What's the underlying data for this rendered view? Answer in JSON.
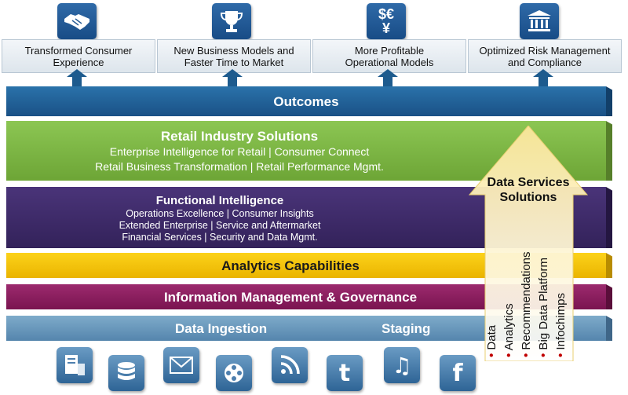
{
  "outcomes": [
    {
      "label": "Transformed Consumer Experience",
      "icon": "handshake-icon"
    },
    {
      "label": "New Business Models and Faster Time to Market",
      "icon": "trophy-icon"
    },
    {
      "label": "More Profitable Operational Models",
      "icon": "currency-icon"
    },
    {
      "label": "Optimized Risk Management and Compliance",
      "icon": "bank-icon"
    }
  ],
  "currency_symbols": {
    "dollar": "$",
    "euro": "€",
    "yen": "¥"
  },
  "layers": {
    "outcomes": {
      "title": "Outcomes",
      "color": "#1d5b8e"
    },
    "retail": {
      "title": "Retail Industry Solutions",
      "lines": [
        "Enterprise Intelligence  for Retail | Consumer Connect",
        "Retail Business Transformation | Retail Performance Mgmt."
      ],
      "color": "#7cb342"
    },
    "functional": {
      "title": "Functional Intelligence",
      "lines": [
        "Operations Excellence  | Consumer Insights",
        "Extended Enterprise | Service and Aftermarket",
        "Financial Services | Security and Data Mgmt."
      ],
      "color": "#3f2a6b"
    },
    "analytics": {
      "title": "Analytics Capabilities",
      "color": "#f5c200"
    },
    "information": {
      "title": "Information Management & Governance",
      "color": "#8a1a5e"
    },
    "ingestion": {
      "title": "Data Ingestion",
      "staging": "Staging",
      "color": "#6a9bbd"
    }
  },
  "data_services": {
    "title_line1": "Data Services",
    "title_line2": "Solutions",
    "items": [
      "Data",
      "Analytics",
      "Recommendations",
      "Big Data Platform",
      "Infochimps"
    ],
    "bullet": "•"
  },
  "sources": [
    {
      "icon": "server-icon"
    },
    {
      "icon": "database-icon"
    },
    {
      "icon": "email-icon"
    },
    {
      "icon": "film-reel-icon"
    },
    {
      "icon": "rss-icon"
    },
    {
      "icon": "twitter-icon",
      "glyph": "t"
    },
    {
      "icon": "music-icon",
      "glyph": "♫"
    },
    {
      "icon": "facebook-icon",
      "glyph": "f"
    }
  ]
}
